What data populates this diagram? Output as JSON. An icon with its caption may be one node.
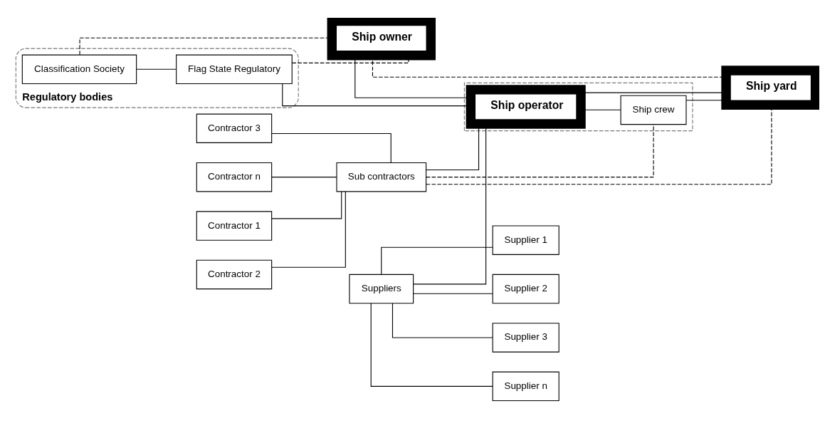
{
  "diagram": {
    "nodes": [
      {
        "text": [
          "Regulatory bodies"
        ]
      },
      {
        "text": [
          "Classification Society"
        ],
        "in": 0
      },
      {
        "text": [
          "Flag State Regulatory"
        ],
        "in": 0
      },
      {
        "text": [
          "Contractor 1"
        ]
      },
      {
        "text": [
          "Contractor 2"
        ]
      },
      {
        "text": [
          "Contractor 3"
        ]
      },
      {
        "text": [
          "Contractor n"
        ]
      },
      {
        "text": [
          "Sub contractors"
        ]
      },
      {
        "text": [
          "Ship owner"
        ]
      },
      {
        "text": [],
        "shape": "box"
      },
      {
        "text": [
          "Ship operator"
        ],
        "in": 9
      },
      {
        "text": [
          "Ship crew"
        ],
        "in": 9
      },
      {
        "text": [
          "Ship yard"
        ]
      },
      {
        "text": [
          "Suppliers"
        ]
      },
      {
        "text": [
          "Supplier 1"
        ]
      },
      {
        "text": [
          "Supplier 2"
        ]
      },
      {
        "text": [
          "Supplier 3"
        ]
      },
      {
        "text": [
          "Supplier n"
        ]
      }
    ],
    "edges": [
      {
        "from": 1,
        "to": 2,
        "arrow": "none"
      },
      {
        "from": 1,
        "to": 8,
        "arrow": "none",
        "style": "dashed"
      },
      {
        "from": 2,
        "to": 8,
        "arrow": "none",
        "style": "dashed"
      },
      {
        "from": 2,
        "to": 10,
        "arrow": "none"
      },
      {
        "from": 3,
        "to": 7,
        "arrow": "none"
      },
      {
        "from": 4,
        "to": 7,
        "arrow": "none"
      },
      {
        "from": 5,
        "to": 7,
        "arrow": "none"
      },
      {
        "from": 6,
        "to": 7,
        "arrow": "none"
      },
      {
        "from": 7,
        "to": 12,
        "arrow": "none",
        "style": "dashed"
      },
      {
        "from": 7,
        "to": 11,
        "arrow": "none",
        "style": "dashed"
      },
      {
        "from": 7,
        "to": 10,
        "arrow": "none"
      },
      {
        "from": 8,
        "to": 10,
        "arrow": "none"
      },
      {
        "from": 8,
        "to": 12,
        "arrow": "none",
        "style": "dashed"
      },
      {
        "from": 13,
        "to": 10,
        "arrow": "none"
      },
      {
        "from": 10,
        "to": 12,
        "arrow": "none"
      },
      {
        "from": 10,
        "to": 11,
        "arrow": "none"
      },
      {
        "from": 11,
        "to": 12,
        "arrow": "none"
      },
      {
        "from": 13,
        "to": 14,
        "arrow": "none"
      },
      {
        "from": 13,
        "to": 15,
        "arrow": "none"
      },
      {
        "from": 13,
        "to": 16,
        "arrow": "none"
      },
      {
        "from": 13,
        "to": 17,
        "arrow": "none"
      }
    ]
  }
}
